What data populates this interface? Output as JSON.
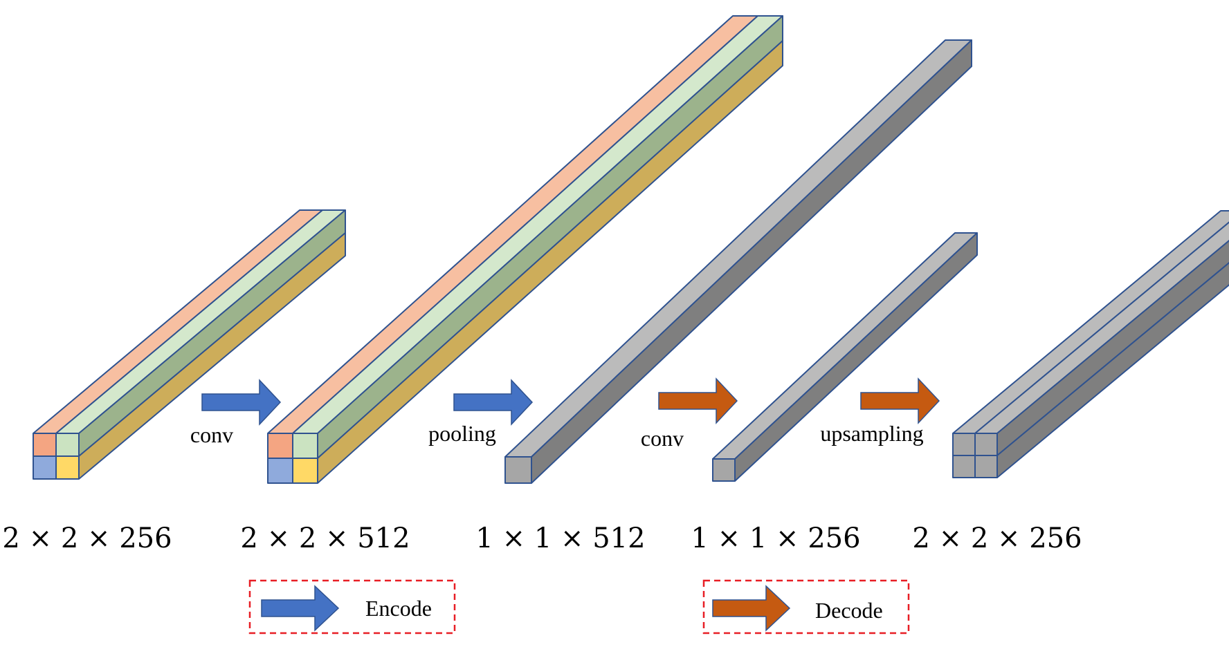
{
  "palette": {
    "orange_front": "#F4A582",
    "orange_top": "#F7BFA1",
    "green_front": "#CBE3C1",
    "green_top": "#D4E8CC",
    "green_side": "#9CB38C",
    "blue_front": "#8FAADC",
    "yellow_front": "#FFD966",
    "yellow_side": "#CDAD5A",
    "gray_front": "#A6A6A6",
    "gray_top": "#BBBBBB",
    "gray_side": "#7F7F7F",
    "edge": "#2F528F",
    "encode_arrow": "#4472C4",
    "decode_arrow": "#C55A11",
    "legend_border": "#E81E25"
  },
  "operations": [
    {
      "label": "conv",
      "kind": "encode"
    },
    {
      "label": "pooling",
      "kind": "encode"
    },
    {
      "label": "conv",
      "kind": "decode"
    },
    {
      "label": "upsampling",
      "kind": "decode"
    }
  ],
  "blocks": [
    {
      "dims": "2 × 2 × 256",
      "grid": "2x2",
      "style": "color"
    },
    {
      "dims": "2 × 2 × 512",
      "grid": "2x2",
      "style": "color"
    },
    {
      "dims": "1 × 1 × 512",
      "grid": "1x1",
      "style": "gray"
    },
    {
      "dims": "1 × 1 × 256",
      "grid": "1x1",
      "style": "gray"
    },
    {
      "dims": "2 × 2 × 256",
      "grid": "2x2",
      "style": "gray"
    }
  ],
  "legend": {
    "encode_label": "Encode",
    "decode_label": "Decode"
  }
}
